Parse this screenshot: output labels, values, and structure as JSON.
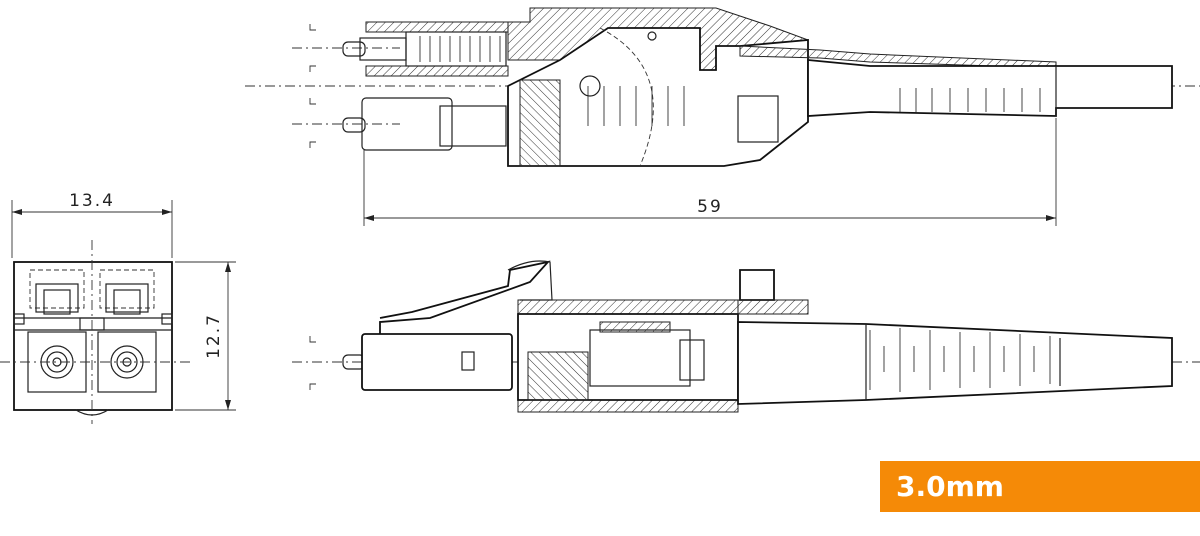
{
  "dimensions": {
    "width_label": "13.4",
    "height_label": "12.7",
    "length_label": "59"
  },
  "badge": {
    "label": "3.0mm",
    "color": "#f58a07"
  }
}
